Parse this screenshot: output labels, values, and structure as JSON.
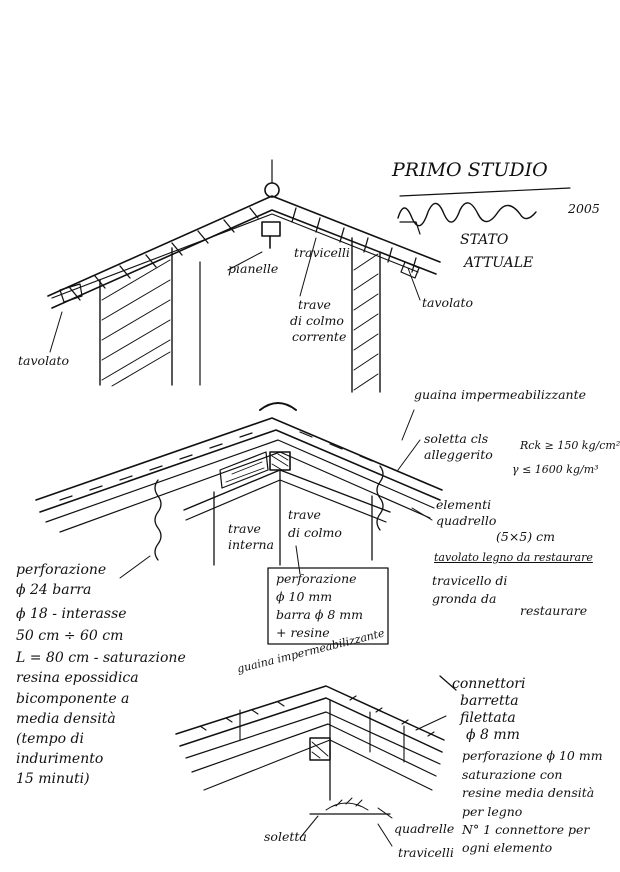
{
  "title": {
    "heading": "PRIMO STUDIO",
    "year": "2005"
  },
  "sketch_1": {
    "stage": [
      "STATO",
      "ATTUALE"
    ],
    "labels": {
      "pianelle": "pianelle",
      "travicelli": "travicelli",
      "tavolato_right": "tavolato",
      "tavolato_left": "tavolato",
      "trave_colmo": [
        "trave",
        "di colmo",
        "corrente"
      ]
    }
  },
  "sketch_2": {
    "labels": {
      "guaina": "guaina impermeabilizzante",
      "soletta": [
        "soletta cls",
        "alleggerito"
      ],
      "rck": "Rck ≥ 150 kg/cm²",
      "density": "γ ≤ 1600 kg/m³",
      "elementi": [
        "elementi",
        "quadrello",
        "(5×5) cm"
      ],
      "tavolato_legno": "tavolato legno da restaurare",
      "travicello": [
        "travicello di",
        "gronda da",
        "restaurare"
      ],
      "trave_interna": [
        "trave",
        "interna"
      ],
      "trave_colmo": [
        "trave",
        "di colmo"
      ],
      "foratura": [
        "perforazione",
        "ϕ 10 mm",
        "barra ϕ 8 mm",
        "+ resine"
      ],
      "perforazione_left": [
        "perforazione",
        "ϕ 24 barra",
        "ϕ 18 - interasse",
        "50 cm ÷ 60 cm",
        "L = 80 cm - saturazione",
        "resina epossidica",
        "bicomponente a",
        "media densità",
        "(tempo di",
        "indurimento",
        "15 minuti)"
      ]
    }
  },
  "sketch_3": {
    "labels": {
      "guaina": "guaina impermeabilizzante",
      "connettori": [
        "connettori",
        "barretta",
        "filettata",
        "ϕ 8 mm",
        "perforazione ϕ 10 mm",
        "saturazione con",
        "resine media densità",
        "per legno",
        "N° 1 connettore per",
        "ogni elemento"
      ],
      "soletta": "soletta",
      "quadrelle": "quadrelle",
      "travicelli": "travicelli"
    }
  }
}
